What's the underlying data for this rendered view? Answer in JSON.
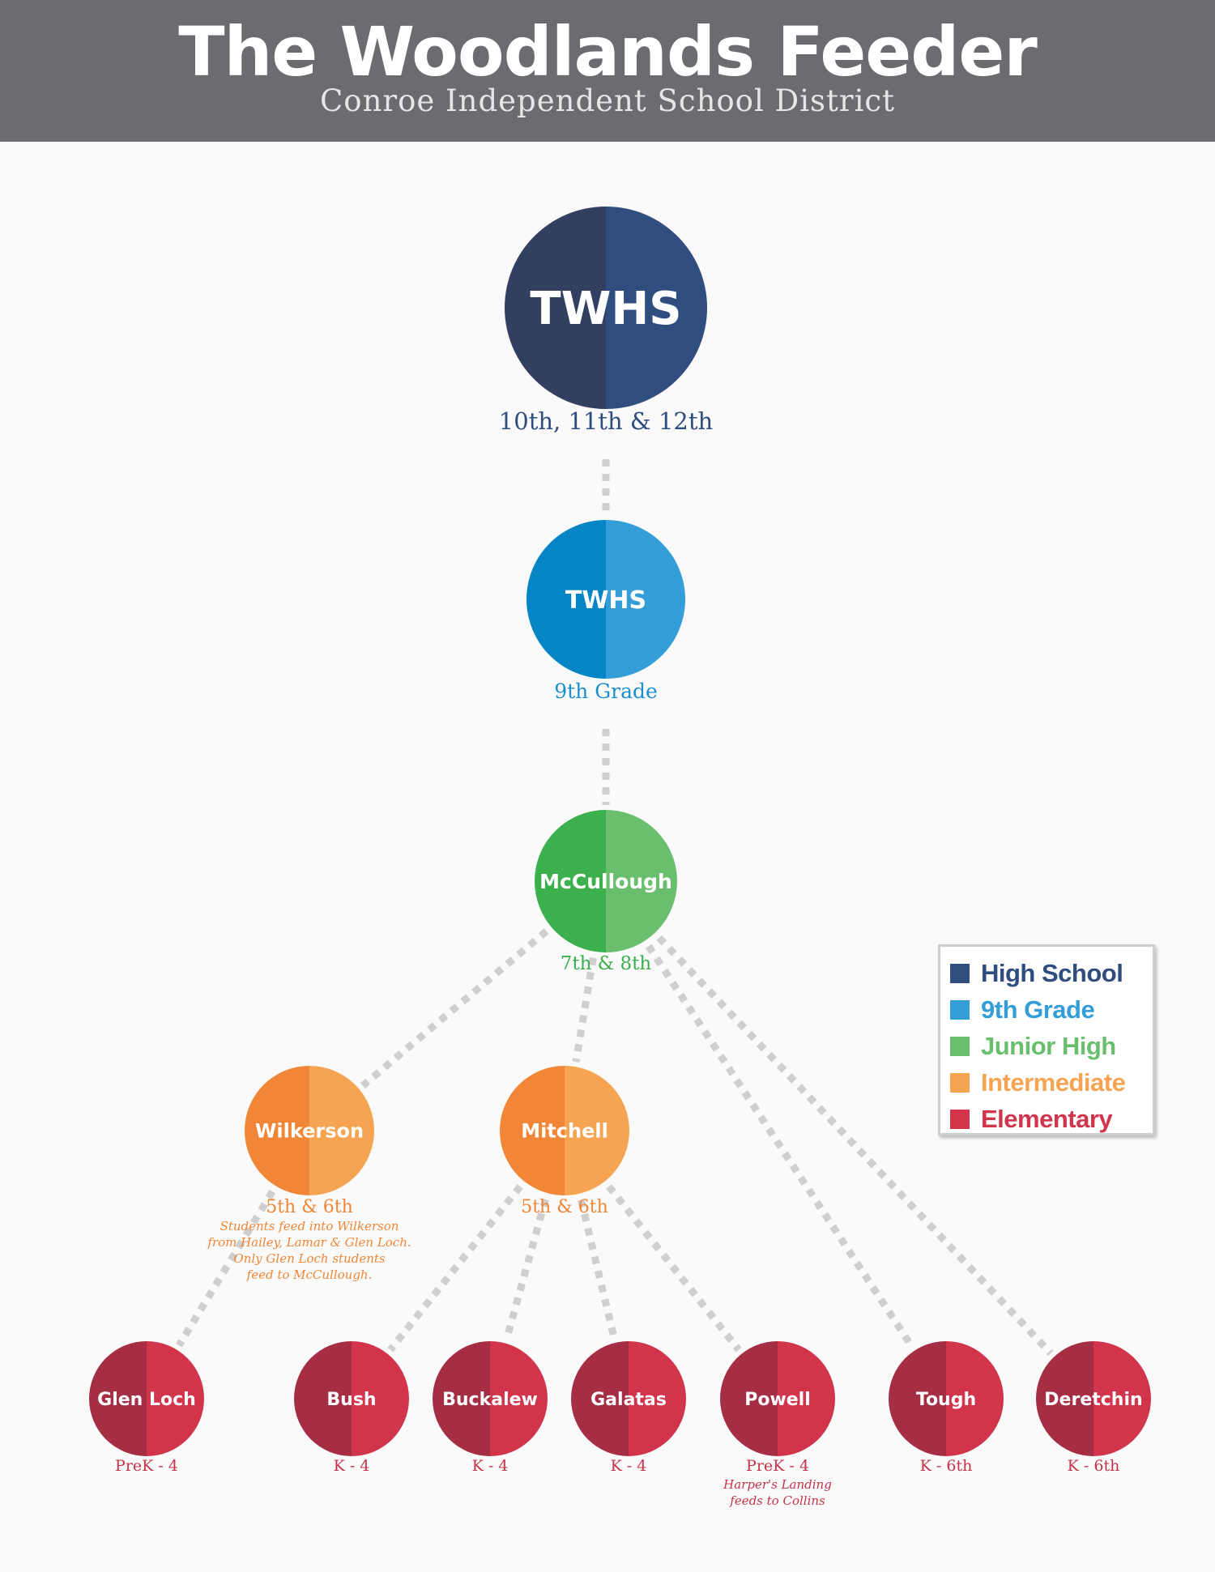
{
  "header": {
    "title": "The Woodlands Feeder",
    "subtitle": "Conroe Independent School District"
  },
  "levels": {
    "high": {
      "label": "High School",
      "left": "#323f60",
      "right": "#2f4d7e"
    },
    "ninth": {
      "label": "9th Grade",
      "left": "#0585c4",
      "right": "#349ed8"
    },
    "junior": {
      "label": "Junior High",
      "left": "#3bb04d",
      "right": "#6abf6e"
    },
    "inter": {
      "label": "Intermediate",
      "left": "#f08636",
      "right": "#f6a452"
    },
    "elem": {
      "label": "Elementary",
      "left": "#a52e44",
      "right": "#d2354b"
    }
  },
  "schools": [
    {
      "id": "twhs",
      "name": "TWHS",
      "level": "high",
      "grade": "10th, 11th & 12th"
    },
    {
      "id": "twhs9",
      "name": "TWHS",
      "level": "ninth",
      "grade": "9th Grade"
    },
    {
      "id": "mccullough",
      "name": "McCullough",
      "level": "junior",
      "grade": "7th & 8th"
    },
    {
      "id": "wilkerson",
      "name": "Wilkerson",
      "level": "inter",
      "grade": "5th & 6th",
      "note": [
        "Students feed into Wilkerson",
        "from Hailey, Lamar & Glen Loch.",
        "Only Glen Loch students",
        "feed to McCullough."
      ]
    },
    {
      "id": "mitchell",
      "name": "Mitchell",
      "level": "inter",
      "grade": "5th & 6th"
    },
    {
      "id": "glenloch",
      "name": "Glen Loch",
      "level": "elem",
      "grade": "PreK - 4"
    },
    {
      "id": "bush",
      "name": "Bush",
      "level": "elem",
      "grade": "K - 4"
    },
    {
      "id": "buckalew",
      "name": "Buckalew",
      "level": "elem",
      "grade": "K - 4"
    },
    {
      "id": "galatas",
      "name": "Galatas",
      "level": "elem",
      "grade": "K - 4"
    },
    {
      "id": "powell",
      "name": "Powell",
      "level": "elem",
      "grade": "PreK - 4",
      "note": [
        "Harper's Landing",
        "feeds to Collins"
      ]
    },
    {
      "id": "tough",
      "name": "Tough",
      "level": "elem",
      "grade": "K - 6th"
    },
    {
      "id": "deretchin",
      "name": "Deretchin",
      "level": "elem",
      "grade": "K - 6th"
    }
  ],
  "connections": [
    [
      "twhs",
      "twhs9"
    ],
    [
      "twhs9",
      "mccullough"
    ],
    [
      "mccullough",
      "wilkerson"
    ],
    [
      "mccullough",
      "mitchell"
    ],
    [
      "mccullough",
      "tough"
    ],
    [
      "mccullough",
      "deretchin"
    ],
    [
      "wilkerson",
      "glenloch"
    ],
    [
      "mitchell",
      "bush"
    ],
    [
      "mitchell",
      "buckalew"
    ],
    [
      "mitchell",
      "galatas"
    ],
    [
      "mitchell",
      "powell"
    ]
  ],
  "legend": [
    "high",
    "ninth",
    "junior",
    "inter",
    "elem"
  ]
}
